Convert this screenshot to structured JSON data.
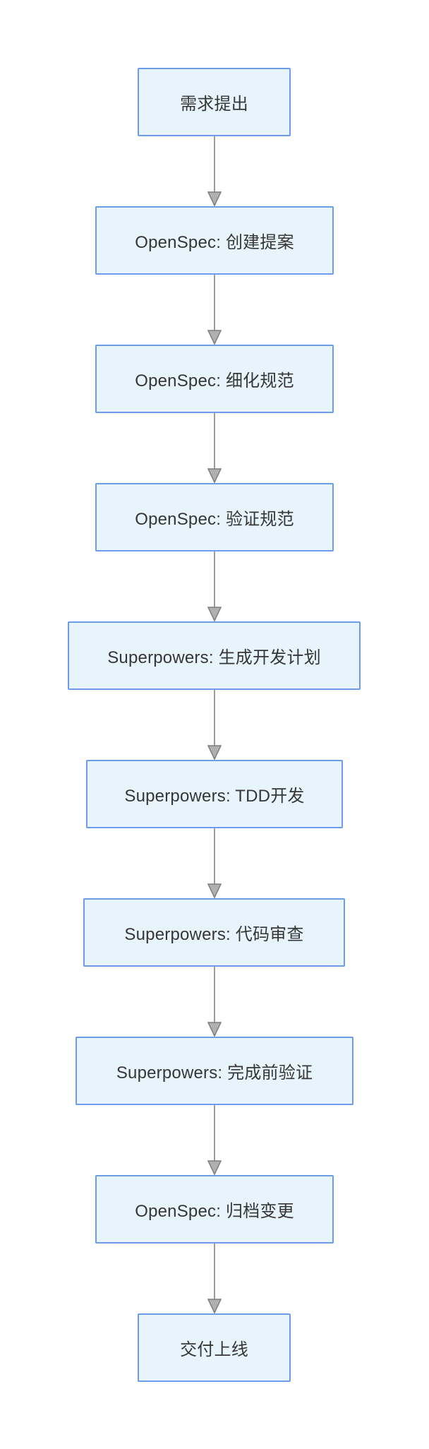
{
  "diagram": {
    "type": "flowchart",
    "direction": "top-down",
    "colors": {
      "background": "#ffffff",
      "node_fill": "#e8f4fc",
      "node_border": "#6d9cef",
      "node_text": "#363636",
      "edge_line": "#9c9c9c",
      "arrowhead_fill": "#b0b0b0",
      "arrowhead_stroke": "#7e7e7e"
    },
    "nodes": [
      {
        "label": "需求提出"
      },
      {
        "label": "OpenSpec: 创建提案"
      },
      {
        "label": "OpenSpec: 细化规范"
      },
      {
        "label": "OpenSpec: 验证规范"
      },
      {
        "label": "Superpowers: 生成开发计划"
      },
      {
        "label": "Superpowers: TDD开发"
      },
      {
        "label": "Superpowers: 代码审查"
      },
      {
        "label": "Superpowers: 完成前验证"
      },
      {
        "label": "OpenSpec: 归档变更"
      },
      {
        "label": "交付上线"
      }
    ],
    "edges": [
      {
        "from": 0,
        "to": 1
      },
      {
        "from": 1,
        "to": 2
      },
      {
        "from": 2,
        "to": 3
      },
      {
        "from": 3,
        "to": 4
      },
      {
        "from": 4,
        "to": 5
      },
      {
        "from": 5,
        "to": 6
      },
      {
        "from": 6,
        "to": 7
      },
      {
        "from": 7,
        "to": 8
      },
      {
        "from": 8,
        "to": 9
      }
    ]
  }
}
